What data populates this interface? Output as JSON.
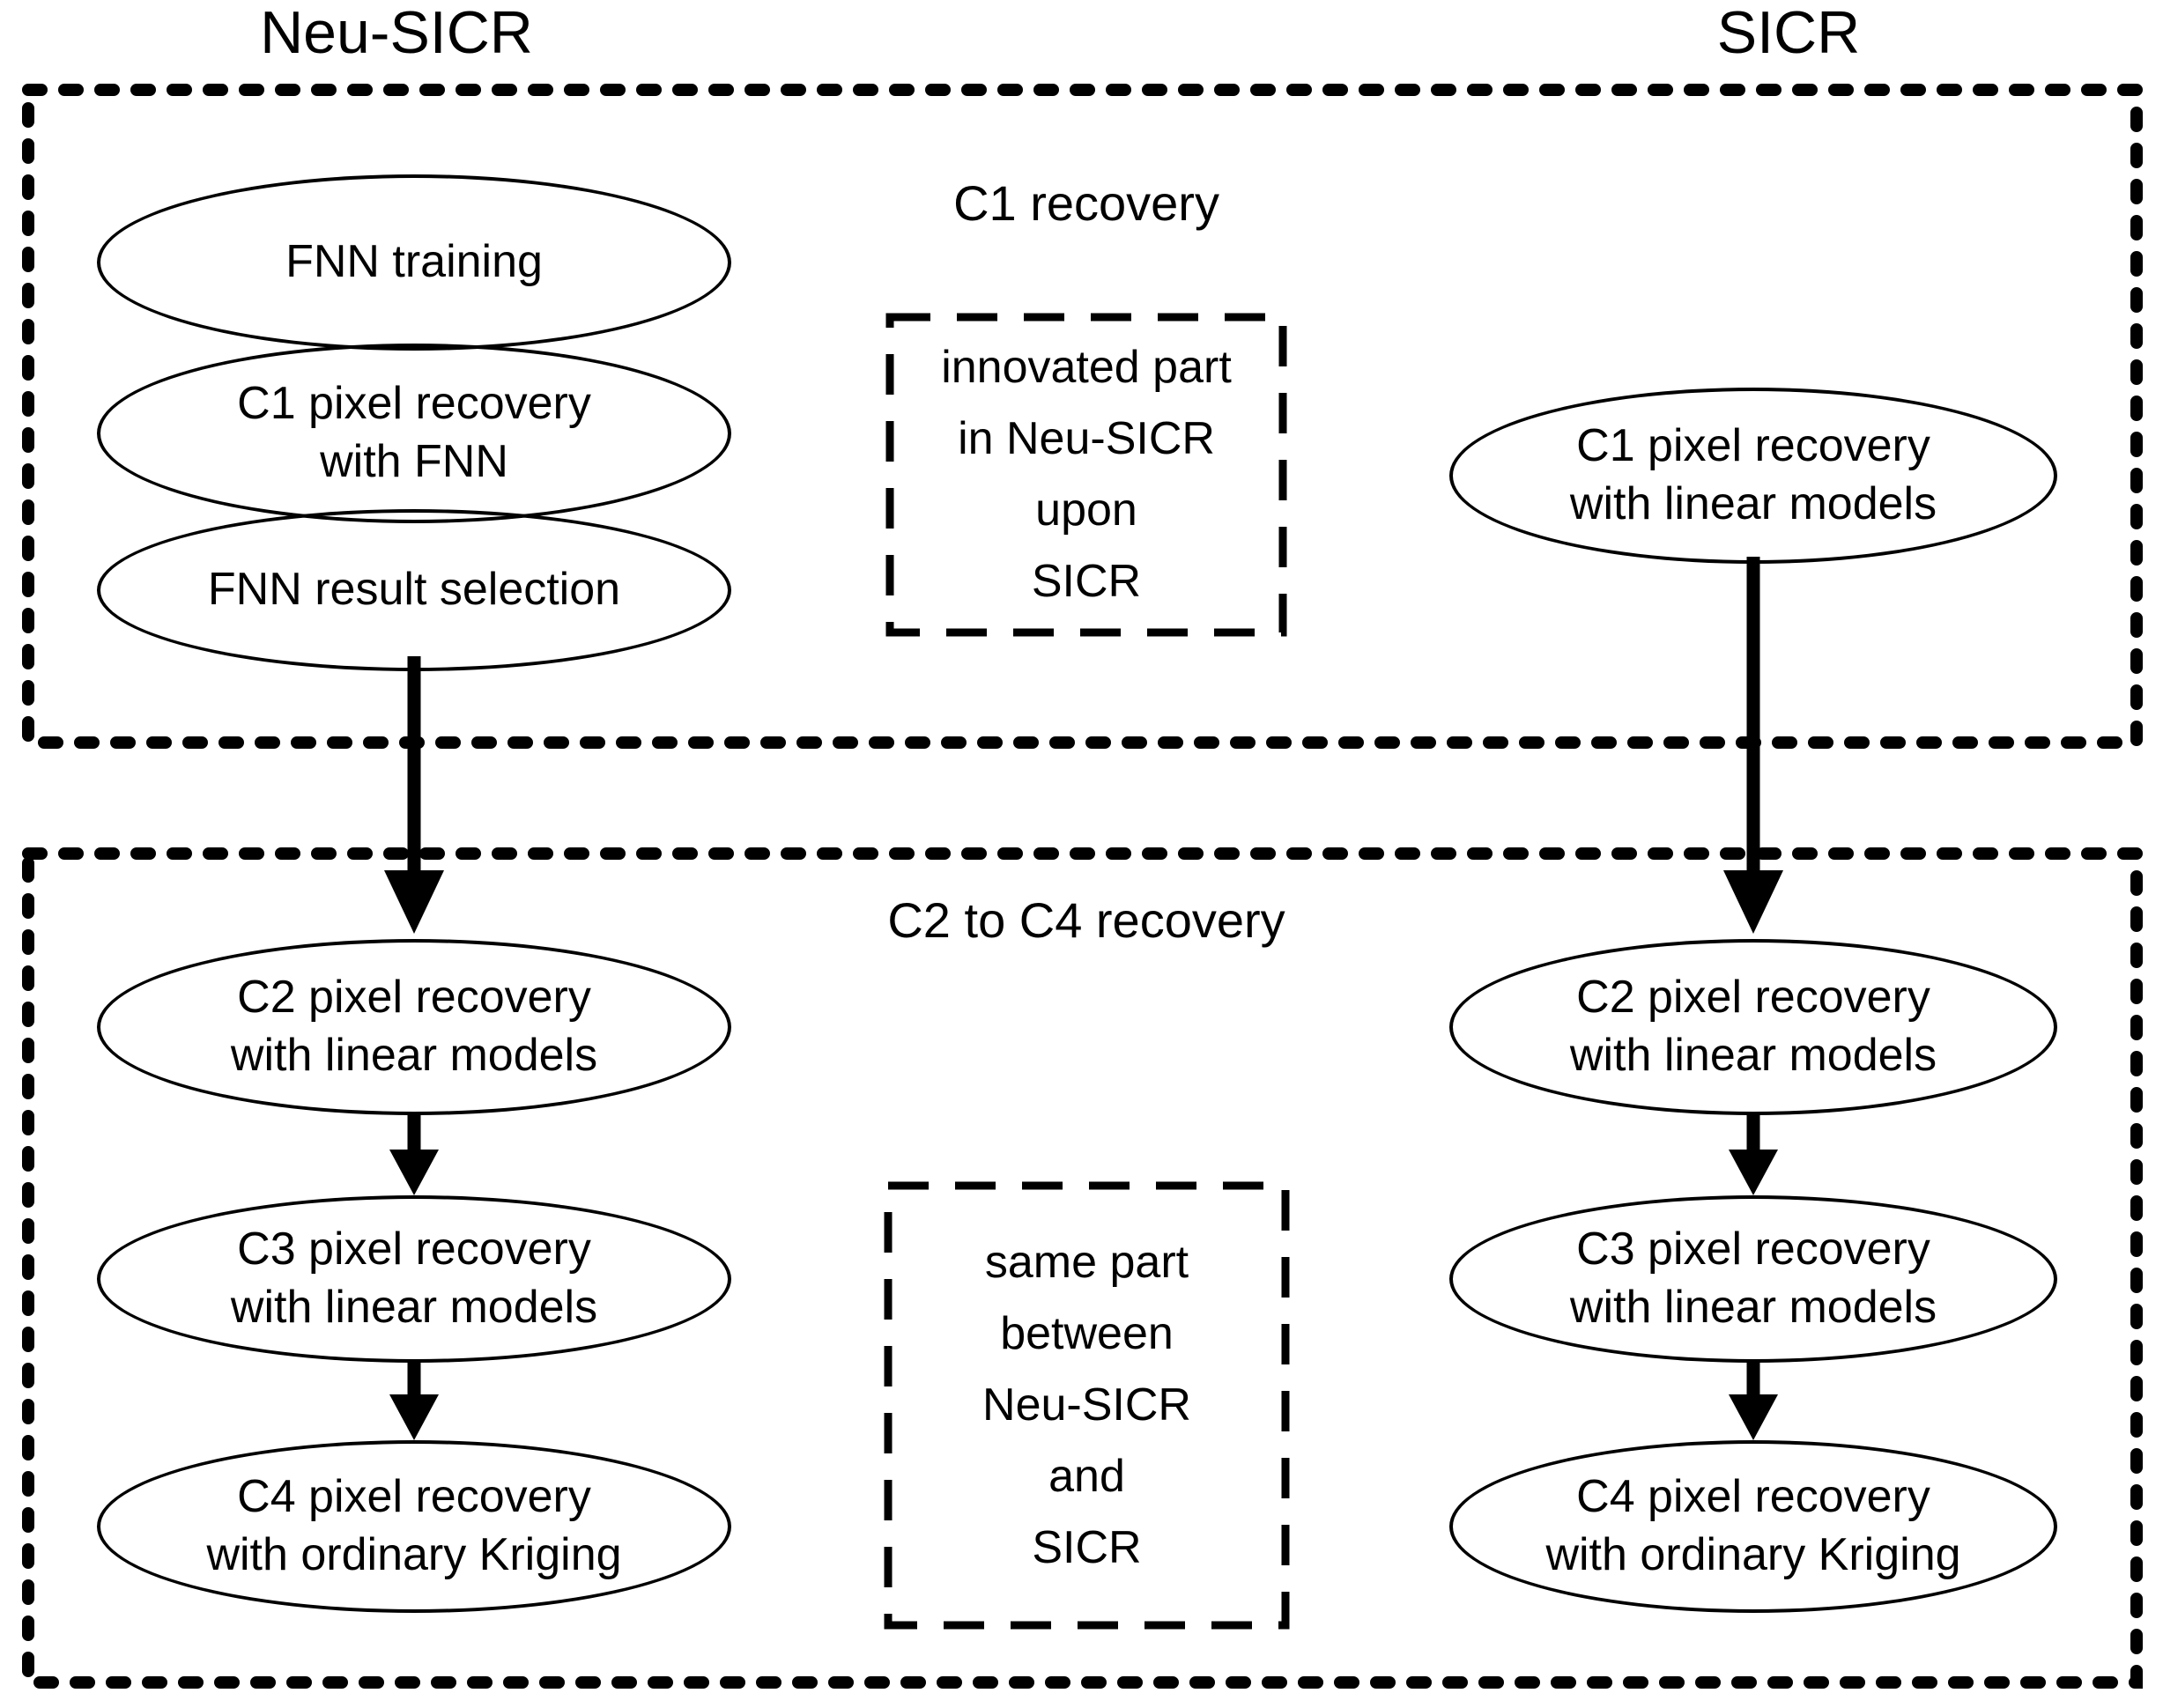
{
  "diagram": {
    "column_titles": {
      "left": "Neu-SICR",
      "right": "SICR"
    },
    "section1": {
      "label": "C1 recovery",
      "neu_sicr_steps": [
        {
          "lines": [
            "FNN training"
          ]
        },
        {
          "lines": [
            "C1 pixel recovery",
            "with FNN"
          ]
        },
        {
          "lines": [
            "FNN result selection"
          ]
        }
      ],
      "sicr_steps": [
        {
          "lines": [
            "C1 pixel recovery",
            "with linear models"
          ]
        }
      ],
      "note_lines": [
        "innovated part",
        "in Neu-SICR",
        "upon",
        "SICR"
      ]
    },
    "section2": {
      "label": "C2 to C4 recovery",
      "neu_sicr_steps": [
        {
          "lines": [
            "C2 pixel recovery",
            "with linear models"
          ]
        },
        {
          "lines": [
            "C3 pixel recovery",
            "with linear models"
          ]
        },
        {
          "lines": [
            "C4 pixel recovery",
            "with ordinary Kriging"
          ]
        }
      ],
      "sicr_steps": [
        {
          "lines": [
            "C2 pixel recovery",
            "with linear models"
          ]
        },
        {
          "lines": [
            "C3 pixel recovery",
            "with linear models"
          ]
        },
        {
          "lines": [
            "C4 pixel recovery",
            "with ordinary Kriging"
          ]
        }
      ],
      "note_lines": [
        "same part",
        "between",
        "Neu-SICR",
        "and",
        "SICR"
      ]
    },
    "colors": {
      "ink": "#000000",
      "background": "#ffffff"
    }
  }
}
